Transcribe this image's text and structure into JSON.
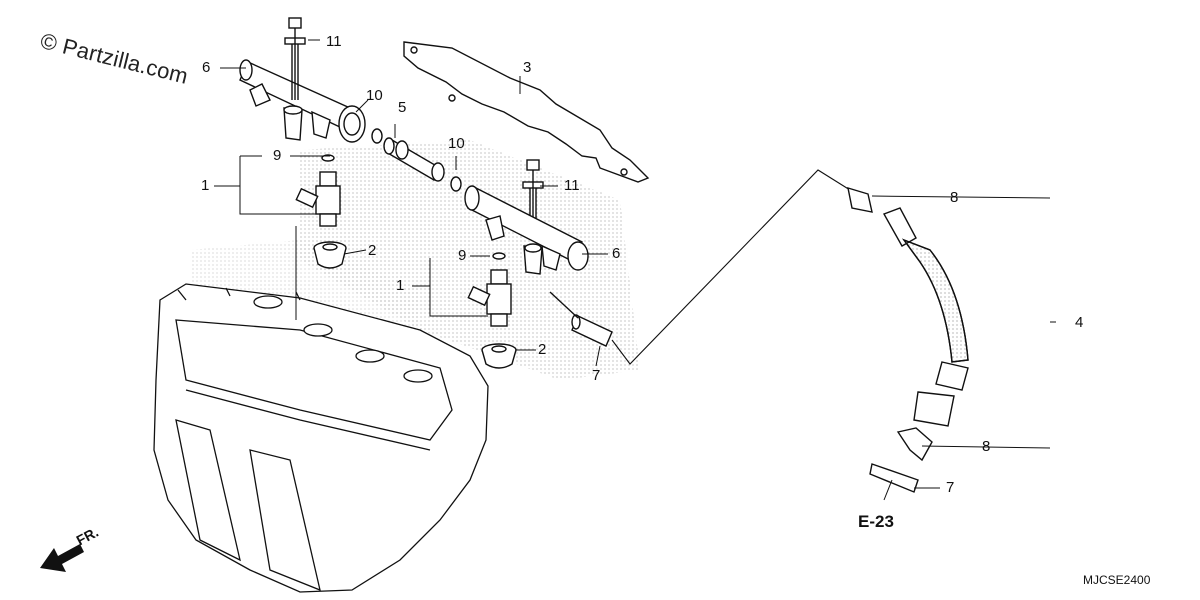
{
  "watermark": "© Partzilla.com",
  "diagram_code": "MJCSE2400",
  "reference": "E-23",
  "front_marker": "FR.",
  "callouts": {
    "c1a": "1",
    "c1b": "1",
    "c2a": "2",
    "c2b": "2",
    "c3": "3",
    "c4": "4",
    "c5": "5",
    "c6a": "6",
    "c6b": "6",
    "c7a": "7",
    "c7b": "7",
    "c8a": "8",
    "c8b": "8",
    "c9a": "9",
    "c9b": "9",
    "c10a": "10",
    "c10b": "10",
    "c11a": "11",
    "c11b": "11"
  },
  "colors": {
    "line": "#111111",
    "shade": "#9a9a9a"
  }
}
